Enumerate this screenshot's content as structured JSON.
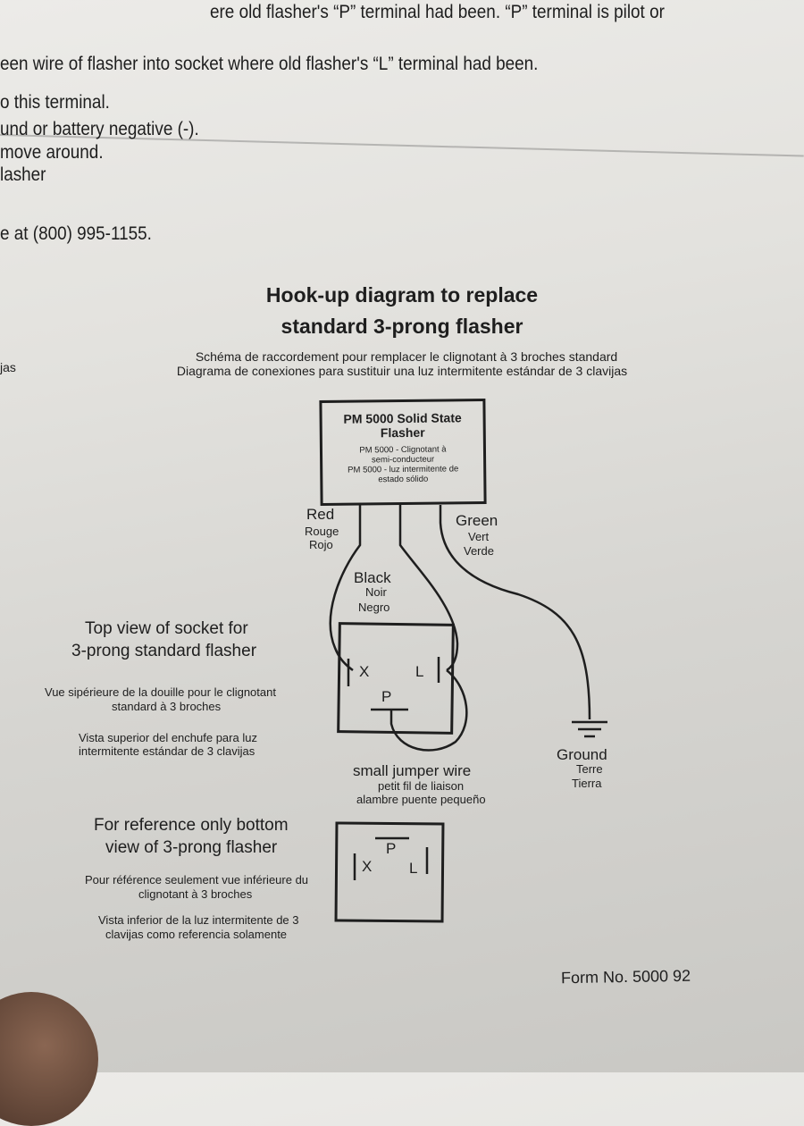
{
  "instructions": {
    "line1": "ere old flasher's “P” terminal had been. “P” terminal is pilot or",
    "line2": "een wire of flasher into socket where old flasher's “L” terminal had been.",
    "line3": "o this terminal.",
    "line4": "und or battery negative (-).",
    "line5": "move around.",
    "line6": "lasher",
    "line7": "e at (800) 995-1155.",
    "left_fragment": "jas"
  },
  "diagram": {
    "title_line1": "Hook-up diagram to replace",
    "title_line2": "standard 3-prong flasher",
    "subtitle_fr": "Schéma de raccordement pour remplacer le clignotant à 3 broches standard",
    "subtitle_es": "Diagrama de conexiones para sustituir una luz intermitente estándar de 3 clavijas",
    "flasher_box": {
      "title_line1": "PM 5000 Solid State",
      "title_line2": "Flasher",
      "fr_line1": "PM 5000 - Clignotant à",
      "fr_line2": "semi-conducteur",
      "es_line1": "PM 5000 - luz intermitente de",
      "es_line2": "estado sólido"
    },
    "wires": {
      "red": {
        "en": "Red",
        "fr": "Rouge",
        "es": "Rojo"
      },
      "green": {
        "en": "Green",
        "fr": "Vert",
        "es": "Verde"
      },
      "black": {
        "en": "Black",
        "fr": "Noir",
        "es": "Negro"
      },
      "ground": {
        "en": "Ground",
        "fr": "Terre",
        "es": "Tierra"
      },
      "jumper": {
        "en": "small jumper wire",
        "fr": "petit fil de liaison",
        "es": "alambre puente pequeño"
      }
    },
    "terminals": {
      "x": "X",
      "p": "P",
      "l": "L"
    },
    "socket_caption": {
      "en_line1": "Top view of socket for",
      "en_line2": "3-prong standard flasher",
      "fr_line1": "Vue sipérieure de la douille pour le clignotant",
      "fr_line2": "standard à 3 broches",
      "es_line1": "Vista superior del enchufe para luz",
      "es_line2": "intermitente estándar de 3 clavijas"
    },
    "reference_caption": {
      "en_line1": "For reference only bottom",
      "en_line2": "view of 3-prong flasher",
      "fr_line1": "Pour référence seulement vue inférieure du",
      "fr_line2": "clignotant à 3 broches",
      "es_line1": "Vista inferior de la luz intermitente de 3",
      "es_line2": "clavijas como referencia solamente"
    },
    "form_number": "Form No. 5000 92"
  }
}
